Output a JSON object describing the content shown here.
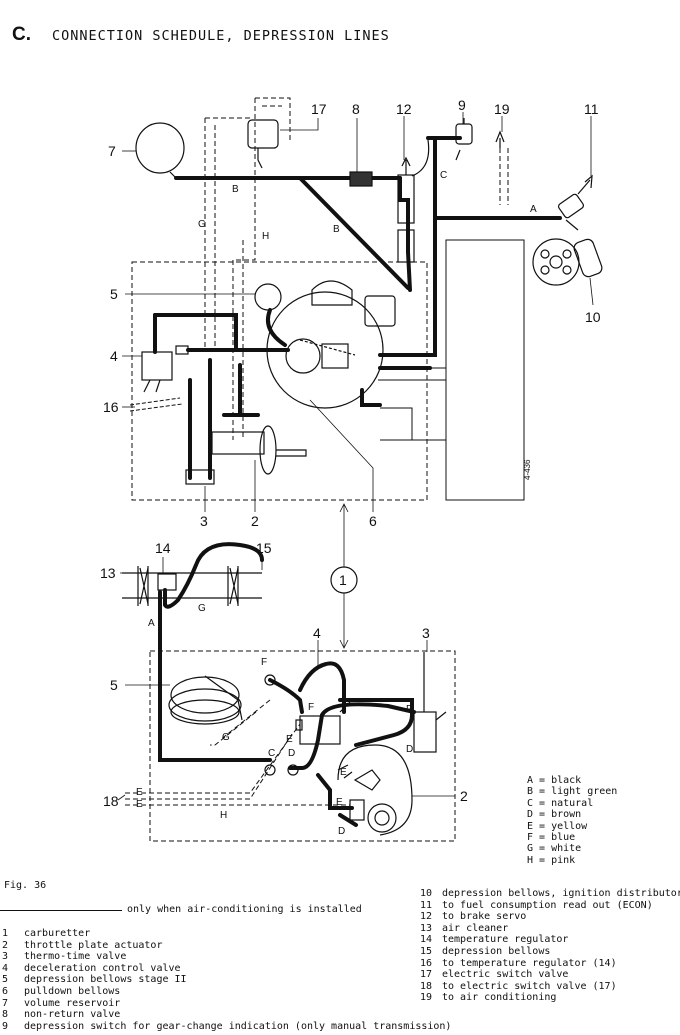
{
  "section": {
    "letter": "C.",
    "title": "CONNECTION SCHEDULE, DEPRESSION LINES"
  },
  "figure_label": "Fig. 36",
  "dashed_note": "only when air-conditioning is installed",
  "drawing_code": "4-436",
  "callouts_top": [
    "1",
    "2",
    "3",
    "4",
    "5",
    "6",
    "7",
    "8",
    "9",
    "10",
    "11",
    "12",
    "13",
    "14",
    "15",
    "16",
    "17",
    "18",
    "19"
  ],
  "line_codes": [
    "A",
    "B",
    "C",
    "D",
    "E",
    "F",
    "G",
    "H"
  ],
  "color_key": [
    "A = black",
    "B = light green",
    "C = natural",
    "D = brown",
    "E = yellow",
    "F = blue",
    "G = white",
    "H = pink"
  ],
  "legend_left": [
    {
      "num": "1",
      "text": "carburetter"
    },
    {
      "num": "2",
      "text": "throttle plate actuator"
    },
    {
      "num": "3",
      "text": "thermo-time valve"
    },
    {
      "num": "4",
      "text": "deceleration control valve"
    },
    {
      "num": "5",
      "text": "depression bellows stage II"
    },
    {
      "num": "6",
      "text": "pulldown bellows"
    },
    {
      "num": "7",
      "text": "volume reservoir"
    },
    {
      "num": "8",
      "text": "non-return valve"
    },
    {
      "num": "9",
      "text": "depression switch for gear-change indication (only manual transmission)"
    }
  ],
  "legend_right": [
    {
      "num": "10",
      "text": "depression bellows, ignition distributor"
    },
    {
      "num": "11",
      "text": "to fuel consumption read out (ECON)"
    },
    {
      "num": "12",
      "text": "to brake servo"
    },
    {
      "num": "13",
      "text": "air cleaner"
    },
    {
      "num": "14",
      "text": "temperature regulator"
    },
    {
      "num": "15",
      "text": "depression bellows"
    },
    {
      "num": "16",
      "text": "to temperature regulator (14)"
    },
    {
      "num": "17",
      "text": "electric switch valve"
    },
    {
      "num": "18",
      "text": "to electric switch valve (17)"
    },
    {
      "num": "19",
      "text": "to air conditioning"
    }
  ]
}
